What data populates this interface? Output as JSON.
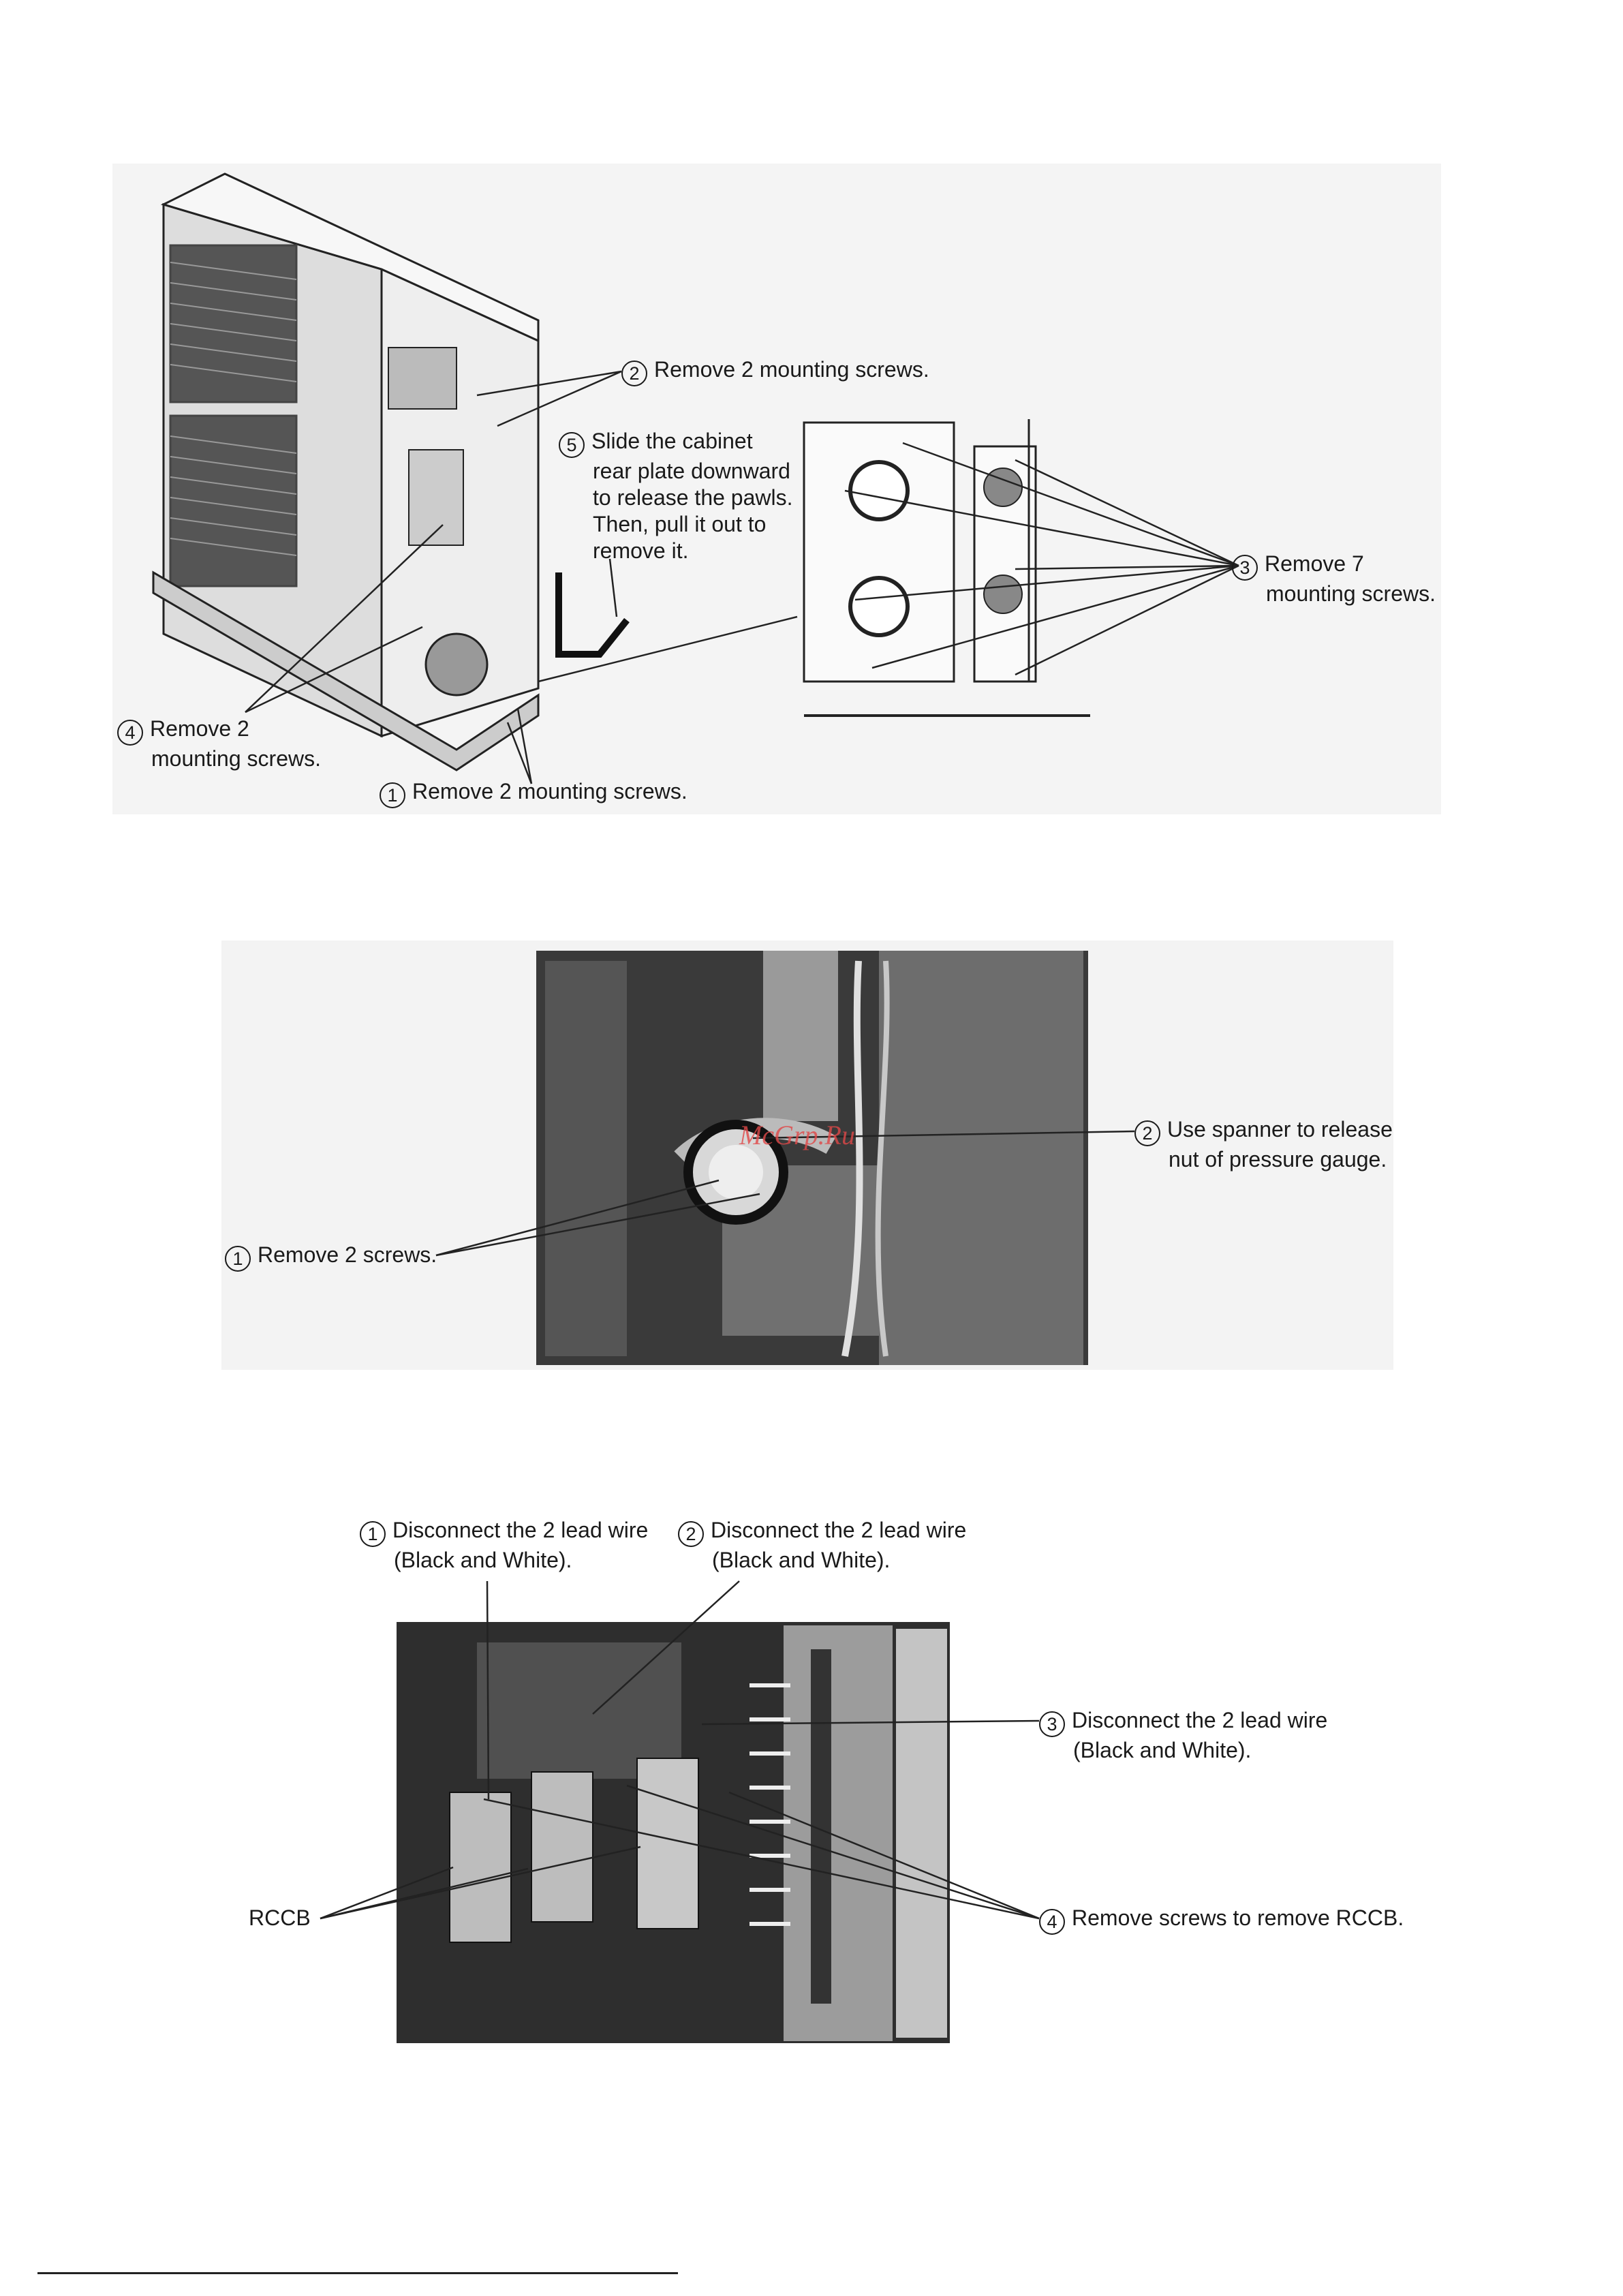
{
  "figure1": {
    "labels": {
      "step2": {
        "num": "2",
        "text": "Remove 2 mounting screws."
      },
      "step5": {
        "num": "5",
        "lines": [
          "Slide the cabinet",
          "rear plate downward",
          "to release the pawls.",
          "Then, pull it out to",
          "remove it."
        ]
      },
      "step3": {
        "num": "3",
        "lines": [
          "Remove 7",
          "mounting screws."
        ]
      },
      "step4": {
        "num": "4",
        "lines": [
          "Remove 2",
          "mounting screws."
        ]
      },
      "step1": {
        "num": "1",
        "text": "Remove 2 mounting screws."
      }
    }
  },
  "figure2": {
    "watermark": "McGrp.Ru",
    "labels": {
      "step2": {
        "num": "2",
        "lines": [
          "Use spanner to release",
          "nut of pressure gauge."
        ]
      },
      "step1": {
        "num": "1",
        "text": "Remove 2 screws."
      }
    }
  },
  "figure3": {
    "labels": {
      "step1": {
        "num": "1",
        "lines": [
          "Disconnect the 2 lead wire",
          "(Black and White)."
        ]
      },
      "step2": {
        "num": "2",
        "lines": [
          "Disconnect the 2 lead wire",
          "(Black and White)."
        ]
      },
      "step3": {
        "num": "3",
        "lines": [
          "Disconnect the 2 lead wire",
          "(Black and White)."
        ]
      },
      "rccb": "RCCB",
      "step4": {
        "num": "4",
        "text": "Remove screws to remove RCCB."
      }
    }
  }
}
